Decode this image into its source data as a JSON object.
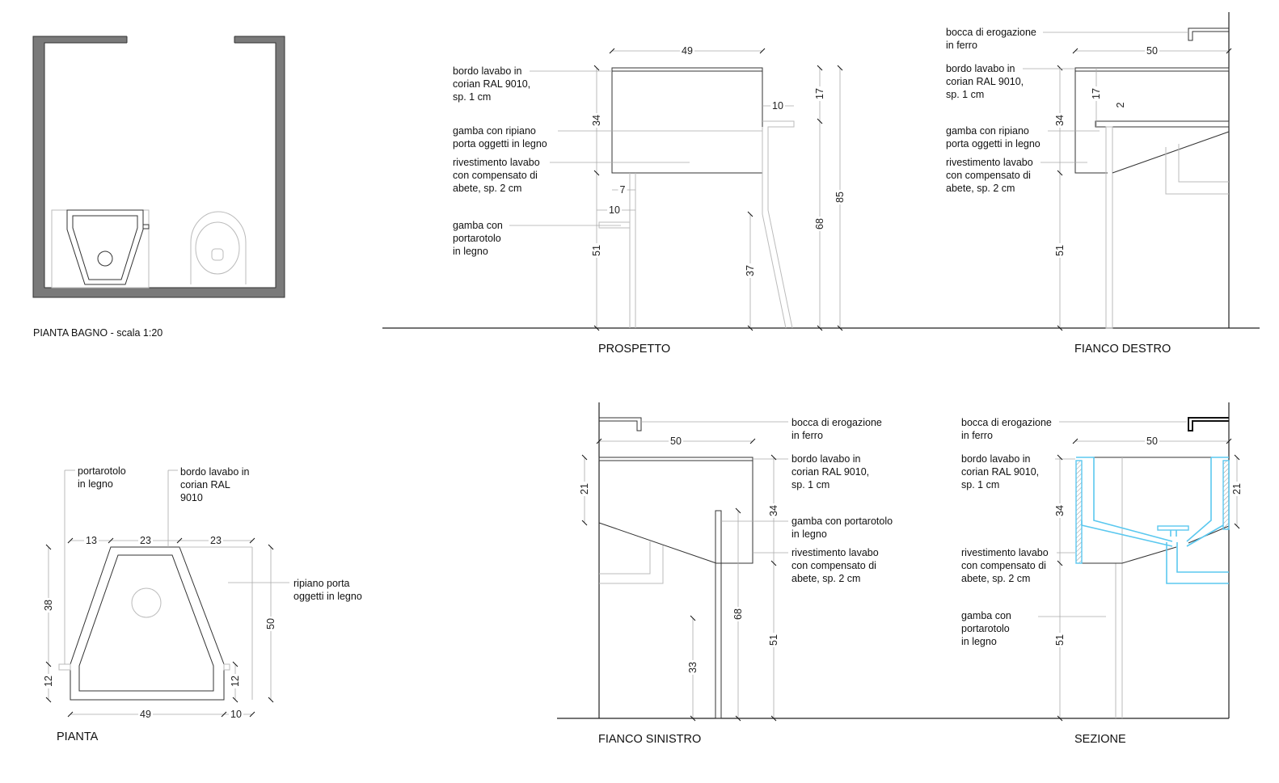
{
  "colors": {
    "wall": "#7a7a7a",
    "line": "#333333",
    "section_blue": "#5bc8ef"
  },
  "plan_bathroom": {
    "title": "PIANTA BAGNO - scala 1:20"
  },
  "prospetto": {
    "title": "PROSPETTO",
    "labels": [
      [
        "bordo lavabo in",
        "corian RAL 9010,",
        "sp. 1 cm"
      ],
      [
        "gamba con ripiano",
        "porta oggetti in legno"
      ],
      [
        "rivestimento lavabo",
        "con compensato di",
        "abete, sp. 2 cm"
      ],
      [
        "gamba con",
        "portarotolo",
        "in legno"
      ]
    ],
    "dims": [
      "49",
      "34",
      "10",
      "17",
      "7",
      "10",
      "51",
      "37",
      "68",
      "85"
    ]
  },
  "fianco_destro": {
    "title": "FIANCO DESTRO",
    "labels": [
      [
        "bocca di erogazione",
        "in ferro"
      ],
      [
        "bordo lavabo in",
        "corian RAL 9010,",
        "sp. 1 cm"
      ],
      [
        "gamba con ripiano",
        "porta oggetti in legno"
      ],
      [
        "rivestimento lavabo",
        "con compensato di",
        "abete, sp. 2 cm"
      ]
    ],
    "dims": [
      "50",
      "17",
      "2",
      "34",
      "51"
    ]
  },
  "fianco_sinistro": {
    "title": "FIANCO SINISTRO",
    "labels": [
      [
        "bocca di erogazione",
        "in ferro"
      ],
      [
        "bordo lavabo in",
        "corian RAL 9010,",
        "sp. 1 cm"
      ],
      [
        "gamba con portarotolo",
        "in legno"
      ],
      [
        "rivestimento lavabo",
        "con compensato di",
        "abete, sp. 2 cm"
      ]
    ],
    "dims": [
      "50",
      "21",
      "34",
      "68",
      "51",
      "33"
    ]
  },
  "sezione": {
    "title": "SEZIONE",
    "labels": [
      [
        "bocca di erogazione",
        "in ferro"
      ],
      [
        "bordo lavabo in",
        "corian RAL 9010,",
        "sp. 1 cm"
      ],
      [
        "rivestimento lavabo",
        "con compensato di",
        "abete, sp. 2 cm"
      ],
      [
        "gamba con",
        "portarotolo",
        "in legno"
      ]
    ],
    "dims": [
      "50",
      "34",
      "21",
      "51"
    ]
  },
  "pianta": {
    "title": "PIANTA",
    "labels": [
      [
        "portarotolo",
        "in legno"
      ],
      [
        "bordo lavabo in",
        "corian RAL",
        "9010"
      ],
      [
        "ripiano porta",
        "oggetti in legno"
      ]
    ],
    "dims": [
      "13",
      "23",
      "23",
      "38",
      "50",
      "12",
      "12",
      "49",
      "10"
    ]
  }
}
